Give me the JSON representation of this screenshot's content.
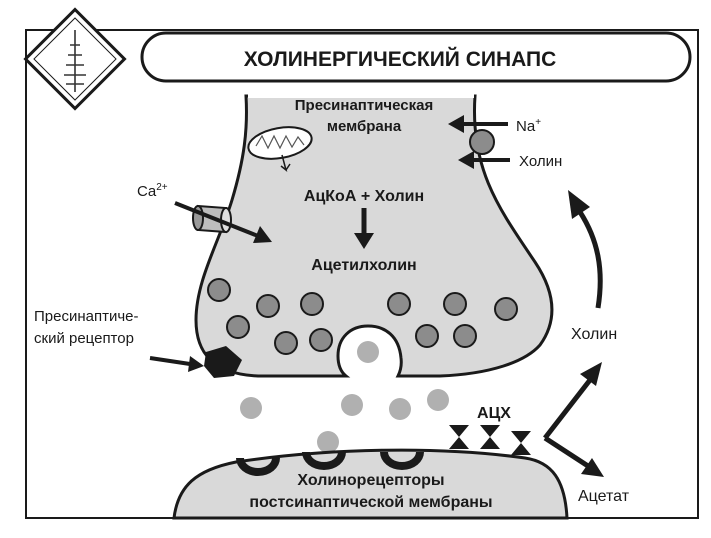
{
  "title": "ХОЛИНЕРГИЧЕСКИЙ СИНАПС",
  "labels": {
    "presynaptic_membrane_line1": "Пресинаптическая",
    "presynaptic_membrane_line2": "мембрана",
    "na": "Na",
    "na_sup": "+",
    "choline_top": "Холин",
    "ca": "Ca",
    "ca_sup": "2+",
    "acetyl_coa_choline": "АцКоА + Холин",
    "acetylcholine": "Ацетилхолин",
    "presynaptic_receptor_line1": "Пресинаптиче-",
    "presynaptic_receptor_line2": "ский рецептор",
    "choline_right": "Холин",
    "ache": "АЦХ",
    "acetate": "Ацетат",
    "cholinoreceptors_line1": "Холинорецепторы",
    "cholinoreceptors_line2": "постсинаптической мембраны"
  },
  "colors": {
    "terminal_fill": "#d9d9d9",
    "postsynaptic_fill": "#d9d9d9",
    "vesicle_fill": "#8c8c8c",
    "released_ach_fill": "#b0b0b0",
    "outline": "#1a1a1a"
  }
}
